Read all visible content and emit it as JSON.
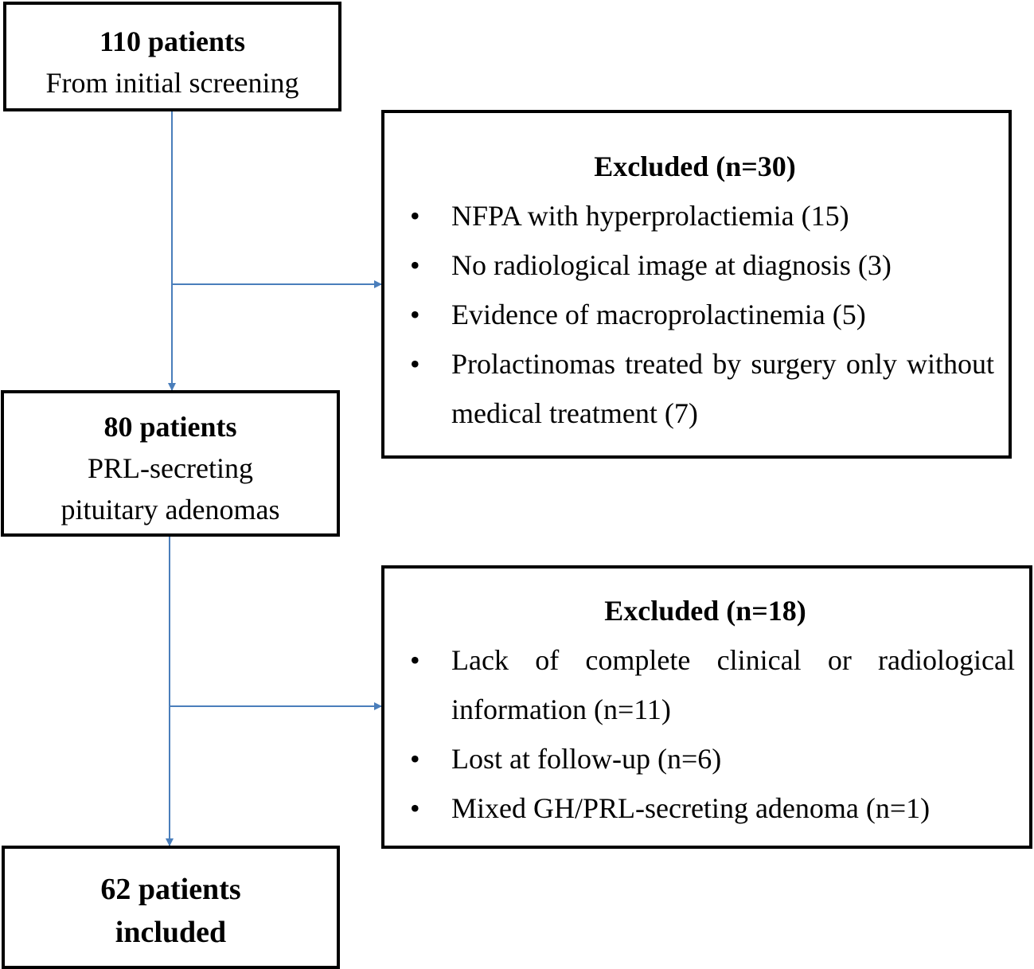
{
  "boxes": {
    "initial": {
      "count": "110 patients",
      "label": "From initial screening"
    },
    "middle": {
      "count": "80 patients",
      "label_line1": "PRL-secreting",
      "label_line2": "pituitary adenomas"
    },
    "final": {
      "line1": "62 patients",
      "line2": "included"
    }
  },
  "exclusions": [
    {
      "title": "Excluded (n=30)",
      "items": [
        "NFPA with hyperprolactiemia (15)",
        "No radiological image at diagnosis (3)",
        "Evidence of macroprolactinemia (5)",
        "Prolactinomas treated by surgery only without medical treatment (7)"
      ]
    },
    {
      "title": "Excluded (n=18)",
      "items": [
        "Lack of complete clinical or radiological information (n=11)",
        "Lost at follow-up (n=6)",
        "Mixed GH/PRL-secreting adenoma (n=1)"
      ]
    }
  ],
  "bullet_symbol": "•",
  "colors": {
    "arrow": "#4a7ebb",
    "border": "#000000",
    "text": "#000000"
  }
}
